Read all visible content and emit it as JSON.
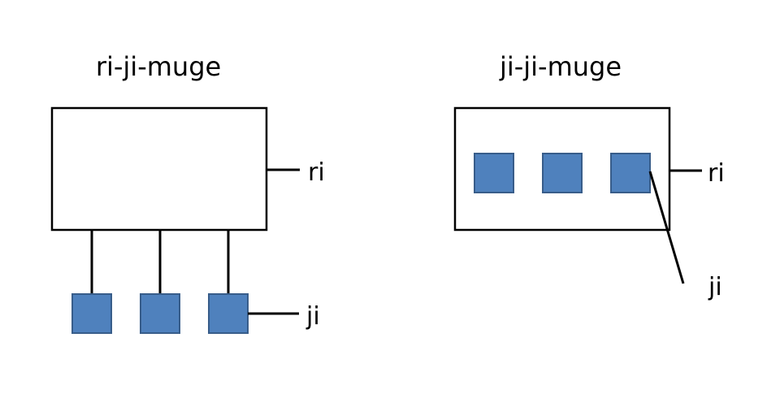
{
  "diagrams": [
    {
      "title": "ri-ji-muge",
      "container_label": "ri",
      "item_label": "ji"
    },
    {
      "title": "ji-ji-muge",
      "container_label": "ri",
      "item_label": "ji"
    }
  ],
  "colors": {
    "container_stroke": "#000000",
    "container_fill": "#ffffff",
    "item_fill": "#4f81bd",
    "item_stroke": "#385d8a",
    "line": "#000000",
    "text": "#000000"
  }
}
